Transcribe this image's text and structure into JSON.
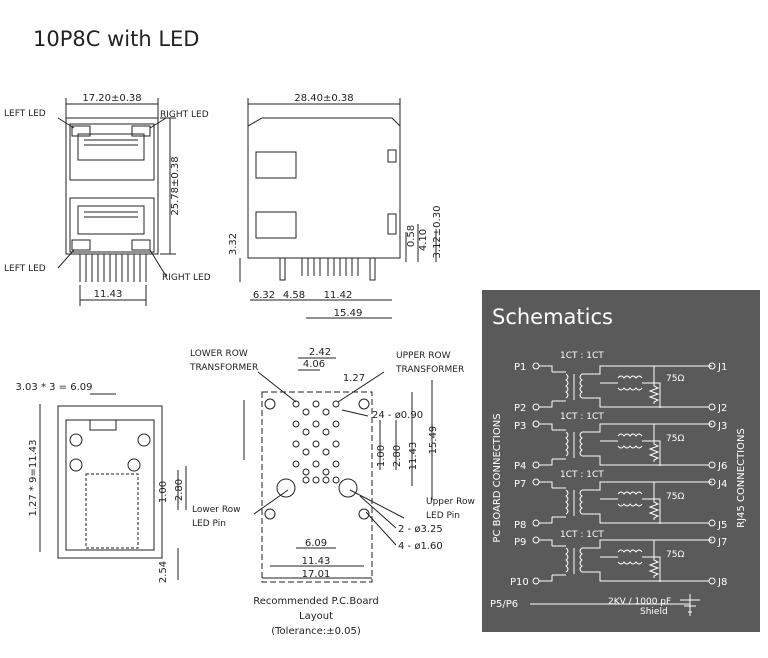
{
  "title": "10P8C with LED",
  "front_view": {
    "width_dim": "17.20±0.38",
    "height_dim": "25.78±0.38",
    "base_dim": "11.43",
    "left_led_top": "LEFT LED",
    "left_led_bottom": "LEFT LED",
    "right_led_top": "RIGHT LED",
    "right_led_bottom": "RIGHT LED"
  },
  "side_view": {
    "length_dim": "28.40±0.38",
    "dim_332": "3.32",
    "dim_058": "0.58",
    "dim_410": "4.10",
    "dim_312": "3.12±0.30",
    "dim_632": "6.32",
    "dim_458": "4.58",
    "dim_1142": "11.42",
    "dim_1549": "15.49"
  },
  "bottom_view": {
    "pitch_dim": "3.03 * 3 = 6.09",
    "vertical_dim": "1.27 * 9=11.43",
    "dim_100": "1.00",
    "dim_280": "2.80",
    "dim_254": "2.54"
  },
  "pcb_layout": {
    "lower_row_transformer": [
      "LOWER ROW",
      "TRANSFORMER"
    ],
    "upper_row_transformer": [
      "UPPER ROW",
      "TRANSFORMER"
    ],
    "dim_242": "2.42",
    "dim_406": "4.06",
    "dim_127": "1.27",
    "hole_24": "24 - ø0.90",
    "dim_100": "1.00",
    "dim_280": "2.80",
    "dim_1143": "11.43",
    "dim_1549": "15.49",
    "lower_row_led_pin": [
      "Lower Row",
      "LED Pin"
    ],
    "upper_row_led_pin": [
      "Upper Row",
      "LED Pin"
    ],
    "hole_2": "2 - ø3.25",
    "hole_4": "4 - ø1.60",
    "dim_609": "6.09",
    "dim_1143b": "11.43",
    "dim_1701": "17.01",
    "caption": [
      "Recommended P.C.Board",
      "Layout",
      "(Tolerance:±0.05)"
    ]
  },
  "schematics": {
    "title": "Schematics",
    "left_side_label": "PC BOARD CONNECTIONS",
    "right_side_label": "RJ45 CONNECTIONS",
    "ratio": "1CT : 1CT",
    "resistor": "75Ω",
    "left_pins": [
      "P1",
      "P2",
      "P3",
      "P4",
      "P7",
      "P8",
      "P9",
      "P10",
      "P5/P6"
    ],
    "right_pins": [
      "J1",
      "J2",
      "J3",
      "J6",
      "J4",
      "J5",
      "J7",
      "J8"
    ],
    "cap_label": "2KV / 1000 pF",
    "shield_label": "Shield",
    "background": "#5a5a5a"
  }
}
